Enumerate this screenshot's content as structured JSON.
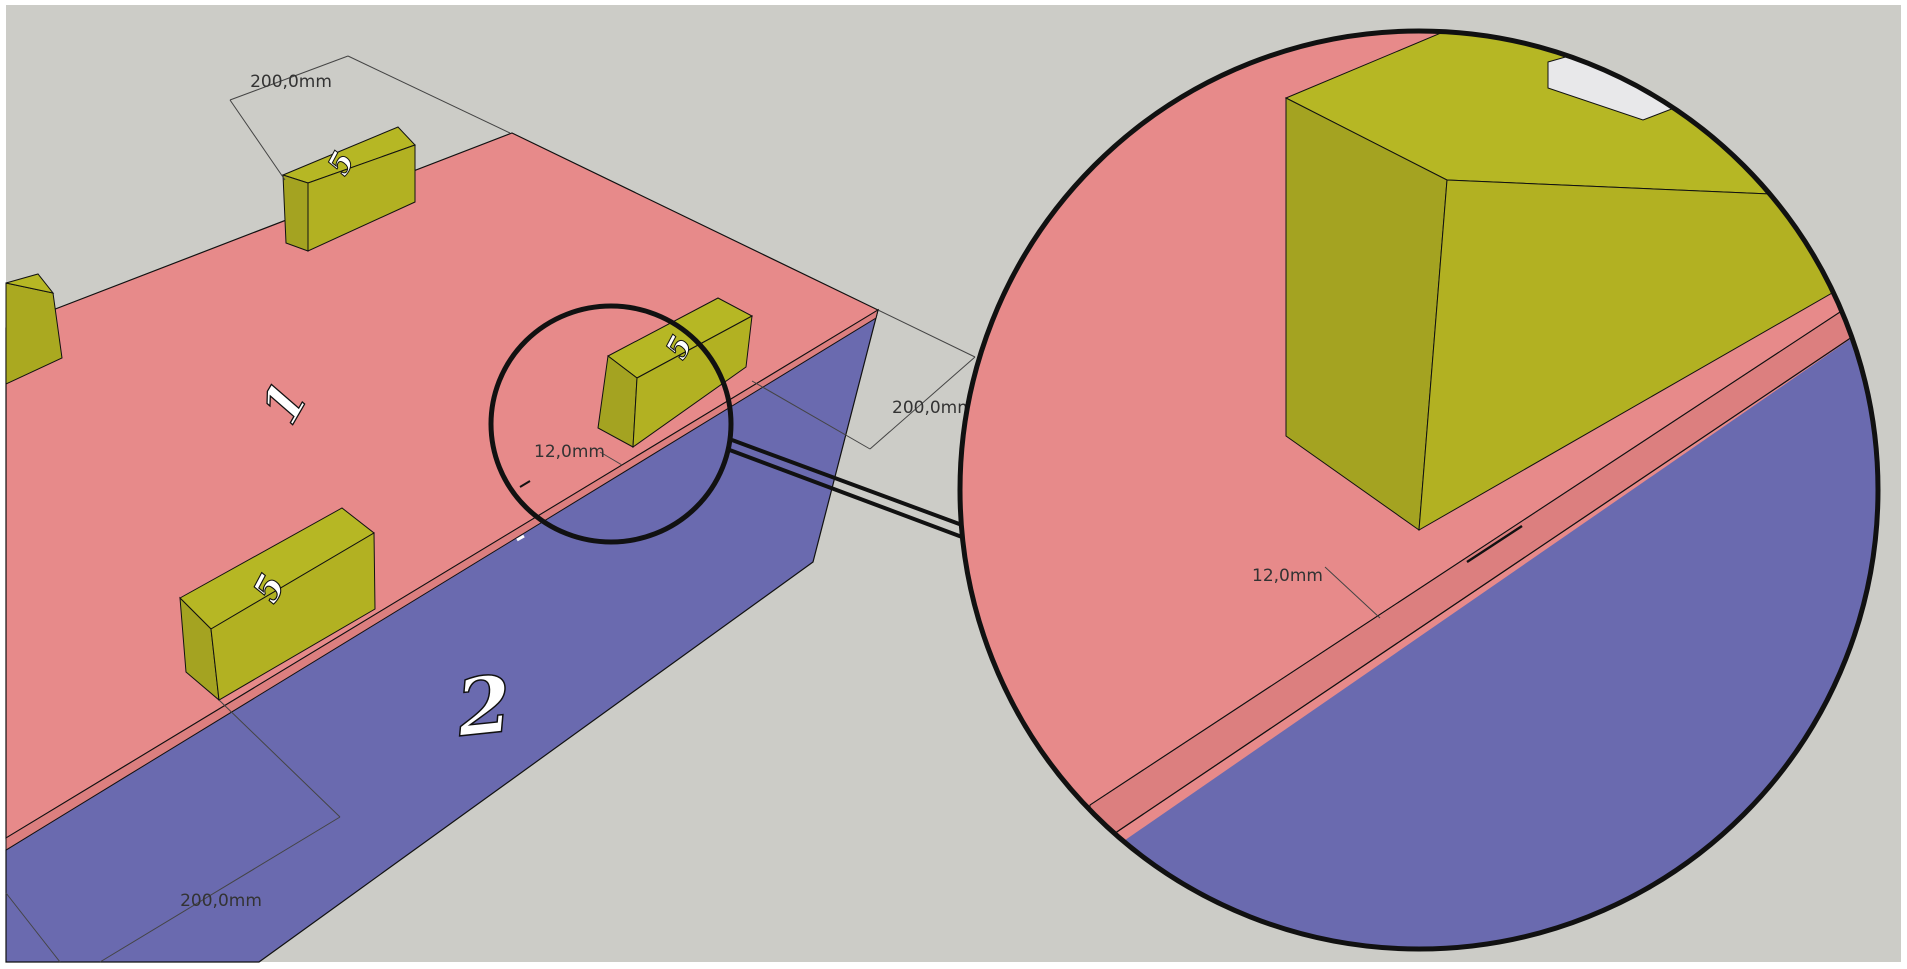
{
  "colors": {
    "background": "#ccccc7",
    "top_face": "#e78a8a",
    "top_face_edge_strip": "#dc7f7f",
    "front_face": "#6a6aaf",
    "block_front": "#a4a321",
    "block_top": "#b6b724",
    "block_side": "#aaa920",
    "label_fill": "#ffffff",
    "line": "#111111",
    "dimension_line": "#444444"
  },
  "part_labels": {
    "top_face": "1",
    "front_face": "2",
    "block": "5"
  },
  "dimensions": {
    "top_spacing": "200,0mm",
    "right_spacing": "200,0mm",
    "bottom_spacing": "200,0mm",
    "edge_offset": "12,0mm",
    "zoom_edge_offset": "12,0mm"
  }
}
